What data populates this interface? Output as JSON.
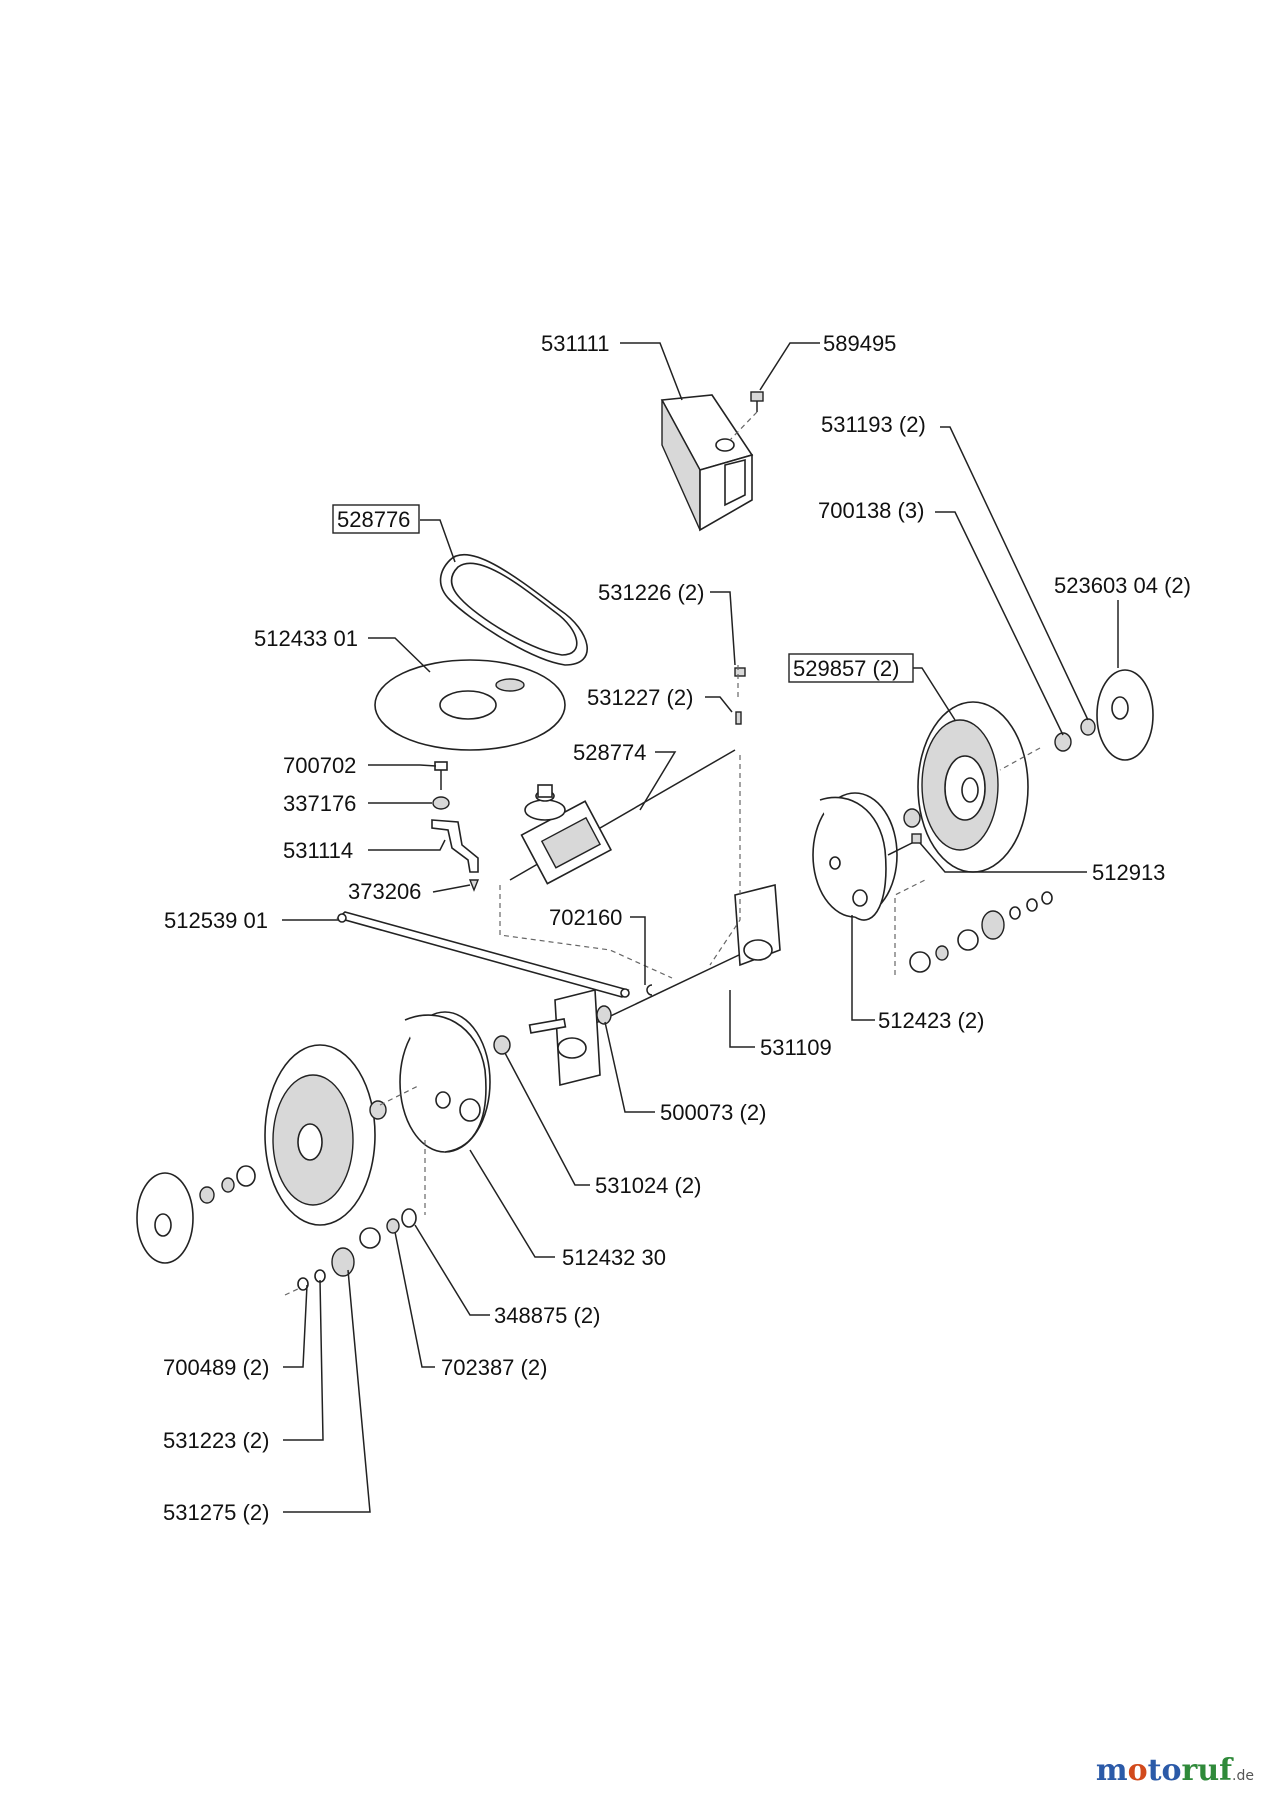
{
  "parts": [
    {
      "id": "p531111",
      "label": "531111",
      "boxed": false
    },
    {
      "id": "p589495",
      "label": "589495",
      "boxed": false
    },
    {
      "id": "p531193",
      "label": "531193 (2)",
      "boxed": false
    },
    {
      "id": "p700138",
      "label": "700138 (3)",
      "boxed": false
    },
    {
      "id": "p528776",
      "label": "528776",
      "boxed": true
    },
    {
      "id": "p531226",
      "label": "531226 (2)",
      "boxed": false
    },
    {
      "id": "p523603",
      "label": "523603 04 (2)",
      "boxed": false
    },
    {
      "id": "p512433",
      "label": "512433 01",
      "boxed": false
    },
    {
      "id": "p529857",
      "label": "529857 (2)",
      "boxed": true
    },
    {
      "id": "p531227",
      "label": "531227 (2)",
      "boxed": false
    },
    {
      "id": "p528774",
      "label": "528774",
      "boxed": false
    },
    {
      "id": "p700702",
      "label": "700702",
      "boxed": false
    },
    {
      "id": "p337176",
      "label": "337176",
      "boxed": false
    },
    {
      "id": "p531114",
      "label": "531114",
      "boxed": false
    },
    {
      "id": "p373206",
      "label": "373206",
      "boxed": false
    },
    {
      "id": "p512913",
      "label": "512913",
      "boxed": false
    },
    {
      "id": "p512539",
      "label": "512539 01",
      "boxed": false
    },
    {
      "id": "p702160",
      "label": "702160",
      "boxed": false
    },
    {
      "id": "p512423",
      "label": "512423 (2)",
      "boxed": false
    },
    {
      "id": "p531109",
      "label": "531109",
      "boxed": false
    },
    {
      "id": "p500073",
      "label": "500073 (2)",
      "boxed": false
    },
    {
      "id": "p531024",
      "label": "531024 (2)",
      "boxed": false
    },
    {
      "id": "p512432",
      "label": "512432 30",
      "boxed": false
    },
    {
      "id": "p348875",
      "label": "348875 (2)",
      "boxed": false
    },
    {
      "id": "p700489",
      "label": "700489 (2)",
      "boxed": false
    },
    {
      "id": "p702387",
      "label": "702387 (2)",
      "boxed": false
    },
    {
      "id": "p531223",
      "label": "531223 (2)",
      "boxed": false
    },
    {
      "id": "p531275",
      "label": "531275 (2)",
      "boxed": false
    }
  ],
  "brand": {
    "part1": "m",
    "part2": "o",
    "part3": "to",
    "part4": "ruf",
    "tld": ".de"
  },
  "colors": {
    "brand_blue": "#2b5aa8",
    "brand_orange": "#d24a1c",
    "brand_green": "#2f8a3a"
  }
}
